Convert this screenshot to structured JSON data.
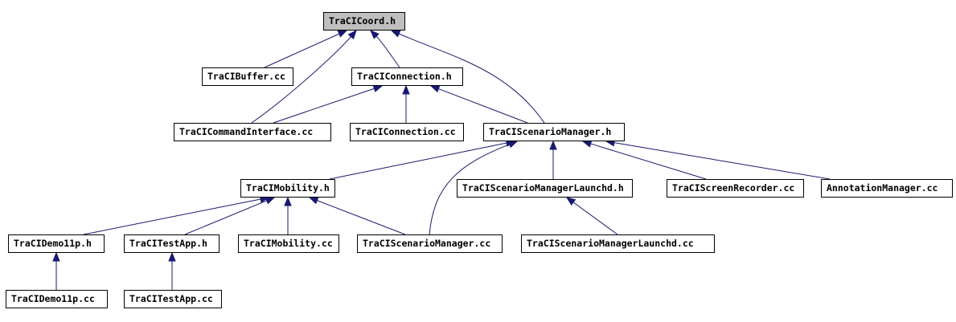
{
  "graph": {
    "edge_color": "#191970",
    "root_fill": "#bfbfbf",
    "nodes": [
      {
        "id": "coord_h",
        "label": "TraCICoord.h",
        "root": true
      },
      {
        "id": "buffer_cc",
        "label": "TraCIBuffer.cc"
      },
      {
        "id": "connection_h",
        "label": "TraCIConnection.h"
      },
      {
        "id": "cmdiface_cc",
        "label": "TraCICommandInterface.cc"
      },
      {
        "id": "connection_cc",
        "label": "TraCIConnection.cc"
      },
      {
        "id": "scenmgr_h",
        "label": "TraCIScenarioManager.h"
      },
      {
        "id": "mobility_h",
        "label": "TraCIMobility.h"
      },
      {
        "id": "scenmgrlaunchd_h",
        "label": "TraCIScenarioManagerLaunchd.h"
      },
      {
        "id": "screenrec_cc",
        "label": "TraCIScreenRecorder.cc"
      },
      {
        "id": "annotation_cc",
        "label": "AnnotationManager.cc"
      },
      {
        "id": "demo11p_h",
        "label": "TraCIDemo11p.h"
      },
      {
        "id": "testapp_h",
        "label": "TraCITestApp.h"
      },
      {
        "id": "mobility_cc",
        "label": "TraCIMobility.cc"
      },
      {
        "id": "scenmgr_cc",
        "label": "TraCIScenarioManager.cc"
      },
      {
        "id": "scenmgrlaunchd_cc",
        "label": "TraCIScenarioManagerLaunchd.cc"
      },
      {
        "id": "demo11p_cc",
        "label": "TraCIDemo11p.cc"
      },
      {
        "id": "testapp_cc",
        "label": "TraCITestApp.cc"
      }
    ],
    "edges": [
      {
        "from": "buffer_cc",
        "to": "coord_h"
      },
      {
        "from": "cmdiface_cc",
        "to": "coord_h"
      },
      {
        "from": "connection_h",
        "to": "coord_h"
      },
      {
        "from": "scenmgr_h",
        "to": "coord_h"
      },
      {
        "from": "cmdiface_cc",
        "to": "connection_h"
      },
      {
        "from": "connection_cc",
        "to": "connection_h"
      },
      {
        "from": "scenmgr_h",
        "to": "connection_h"
      },
      {
        "from": "mobility_h",
        "to": "scenmgr_h"
      },
      {
        "from": "scenmgr_cc",
        "to": "scenmgr_h"
      },
      {
        "from": "scenmgrlaunchd_h",
        "to": "scenmgr_h"
      },
      {
        "from": "screenrec_cc",
        "to": "scenmgr_h"
      },
      {
        "from": "annotation_cc",
        "to": "scenmgr_h"
      },
      {
        "from": "demo11p_h",
        "to": "mobility_h"
      },
      {
        "from": "testapp_h",
        "to": "mobility_h"
      },
      {
        "from": "mobility_cc",
        "to": "mobility_h"
      },
      {
        "from": "scenmgr_cc",
        "to": "mobility_h"
      },
      {
        "from": "scenmgrlaunchd_cc",
        "to": "scenmgrlaunchd_h"
      },
      {
        "from": "demo11p_cc",
        "to": "demo11p_h"
      },
      {
        "from": "testapp_cc",
        "to": "testapp_h"
      }
    ]
  }
}
